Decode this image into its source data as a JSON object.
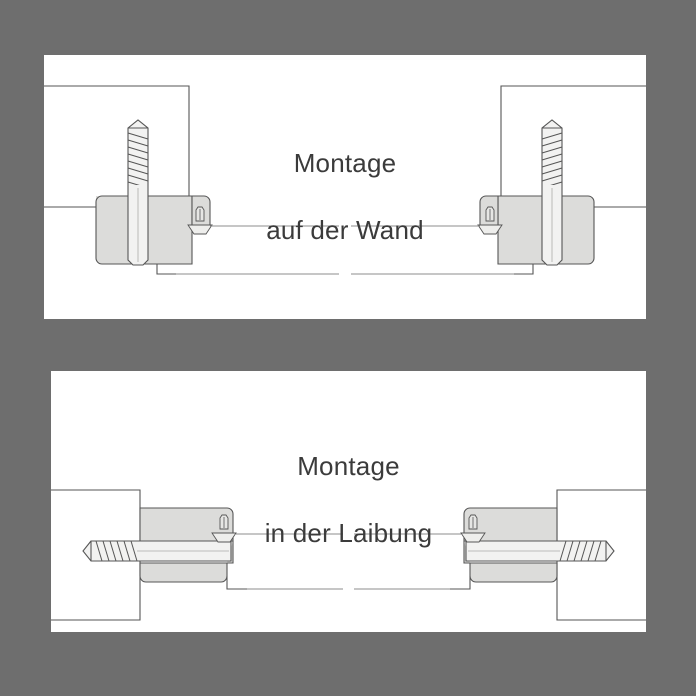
{
  "figure": {
    "background_color": "#6e6e6e",
    "panel_background": "#ffffff",
    "line_color": "#565656",
    "fill_color": "#dcdcda",
    "text_color": "#3b3b3b",
    "language": "de"
  },
  "panels": [
    {
      "id": "wall",
      "caption_line1": "Montage",
      "caption_line2": "auf der Wand",
      "caption_full": "Montage auf der Wand",
      "mounting_type": "surface",
      "fastener_orientation": "vertical",
      "fastener_count": 2,
      "parts": [
        "wall-block-left",
        "wall-block-right",
        "frame-profile-left",
        "frame-profile-right",
        "screw-vertical-left",
        "screw-vertical-right",
        "bracket-screw-left",
        "bracket-screw-right",
        "door-leaf-line-left",
        "door-leaf-line-right"
      ]
    },
    {
      "id": "reveal",
      "caption_line1": "Montage",
      "caption_line2": "in der Laibung",
      "caption_full": "Montage in der Laibung",
      "mounting_type": "reveal",
      "fastener_orientation": "horizontal",
      "fastener_count": 2,
      "parts": [
        "reveal-block-left",
        "reveal-block-right",
        "frame-profile-left",
        "frame-profile-right",
        "screw-horizontal-left",
        "screw-horizontal-right",
        "bracket-screw-left",
        "bracket-screw-right",
        "door-leaf-line-left",
        "door-leaf-line-right"
      ]
    }
  ]
}
